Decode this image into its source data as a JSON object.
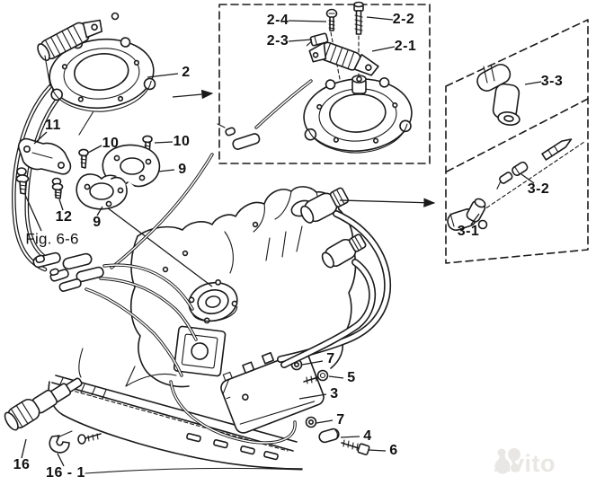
{
  "diagram": {
    "kind": "exploded-parts-line-drawing",
    "subject": "outboard engine magneto base, ignition coil and wiring",
    "background": "#ffffff",
    "line_color": "#1a1a1a"
  },
  "callouts": [
    {
      "id": "2",
      "text": "2"
    },
    {
      "id": "2-4",
      "text": "2-4"
    },
    {
      "id": "2-2",
      "text": "2-2"
    },
    {
      "id": "2-3",
      "text": "2-3"
    },
    {
      "id": "2-1",
      "text": "2-1"
    },
    {
      "id": "3-3",
      "text": "3-3"
    },
    {
      "id": "3-2",
      "text": "3-2"
    },
    {
      "id": "3-1",
      "text": "3-1"
    },
    {
      "id": "11",
      "text": "11"
    },
    {
      "id": "10a",
      "text": "10"
    },
    {
      "id": "10b",
      "text": "10"
    },
    {
      "id": "9a",
      "text": "9"
    },
    {
      "id": "12",
      "text": "12"
    },
    {
      "id": "9b",
      "text": "9"
    },
    {
      "id": "fig",
      "text": "Fig. 6-6"
    },
    {
      "id": "7a",
      "text": "7"
    },
    {
      "id": "5",
      "text": "5"
    },
    {
      "id": "3",
      "text": "3"
    },
    {
      "id": "7b",
      "text": "7"
    },
    {
      "id": "4",
      "text": "4"
    },
    {
      "id": "6",
      "text": "6"
    },
    {
      "id": "16",
      "text": "16"
    },
    {
      "id": "16-1",
      "text": "16 - 1"
    }
  ],
  "watermark": {
    "text": "Avito",
    "color": "#e9e7e3"
  }
}
